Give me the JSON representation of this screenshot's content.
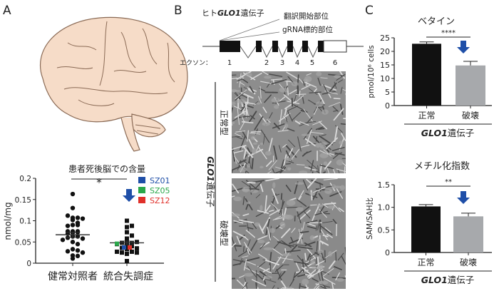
{
  "panels": {
    "a": "A",
    "b": "B",
    "c": "C"
  },
  "colors": {
    "arrow": "#1f4fa8",
    "sz01": "#1f4fa8",
    "sz05": "#2aa84a",
    "sz12": "#e0302a",
    "gray_bar": "#a7a9ac",
    "brain": "#f6dcc8"
  },
  "panel_b": {
    "gene_title_prefix": "ヒト",
    "gene_title_gene": "GLO1",
    "gene_title_suffix": "遺伝子",
    "start_site": "翻訳開始部位",
    "grna_site": "gRNA標的部位",
    "exon_label": "エクソン：",
    "exons": [
      "1",
      "2",
      "3",
      "4",
      "5",
      "6"
    ],
    "group_label_gene": "GLO1",
    "group_label_suffix": "遺伝子",
    "row_labels": [
      "正常型",
      "破壊型"
    ]
  },
  "chart_data": [
    {
      "type": "scatter",
      "title": "患者死後脳での含量",
      "ylabel": "nmol/mg",
      "ylim": [
        0,
        0.2
      ],
      "yticks": [
        "0",
        "0.05",
        "0.1",
        "0.15",
        "0.2"
      ],
      "categories": [
        "健常対照者",
        "統合失調症"
      ],
      "significance": "*",
      "legend": [
        "SZ01",
        "SZ05",
        "SZ12"
      ],
      "series": [
        {
          "name": "健常対照者",
          "mean": 0.067,
          "sem": 0.006,
          "values": [
            0.163,
            0.13,
            0.107,
            0.107,
            0.112,
            0.105,
            0.102,
            0.09,
            0.09,
            0.095,
            0.088,
            0.075,
            0.075,
            0.072,
            0.073,
            0.07,
            0.075,
            0.063,
            0.063,
            0.06,
            0.058,
            0.055,
            0.05,
            0.045,
            0.033,
            0.03,
            0.028,
            0.025,
            0.018,
            0.017,
            0.011
          ]
        },
        {
          "name": "統合失調症",
          "mean": 0.048,
          "sem": 0.004,
          "values": [
            0.1,
            0.085,
            0.088,
            0.073,
            0.065,
            0.058,
            0.048,
            0.047,
            0.048,
            0.05,
            0.045,
            0.042,
            0.04,
            0.036,
            0.035,
            0.033,
            0.027,
            0.025,
            0.022,
            0.025,
            0.027,
            0.005
          ],
          "highlighted": [
            {
              "name": "SZ01",
              "value": 0.037
            },
            {
              "name": "SZ05",
              "value": 0.046
            },
            {
              "name": "SZ12",
              "value": 0.037
            }
          ]
        }
      ]
    },
    {
      "type": "bar",
      "title": "ベタイン",
      "ylabel": "pmol/10⁶ cells",
      "ylim": [
        0,
        25
      ],
      "yticks": [
        "0",
        "5",
        "10",
        "15",
        "20",
        "25"
      ],
      "categories": [
        "正常",
        "破壊"
      ],
      "values": [
        22.8,
        14.8
      ],
      "errors": [
        0.7,
        1.5
      ],
      "significance": "****",
      "group_gene": "GLO1",
      "group_suffix": "遺伝子"
    },
    {
      "type": "bar",
      "title": "メチル化指数",
      "ylabel": "SAM/SAH比",
      "ylim": [
        0,
        1.5
      ],
      "yticks": [
        "0",
        "0.5",
        "1.0",
        "1.5"
      ],
      "categories": [
        "正常",
        "破壊"
      ],
      "values": [
        1.02,
        0.8
      ],
      "errors": [
        0.04,
        0.07
      ],
      "significance": "**",
      "group_gene": "GLO1",
      "group_suffix": "遺伝子"
    }
  ]
}
